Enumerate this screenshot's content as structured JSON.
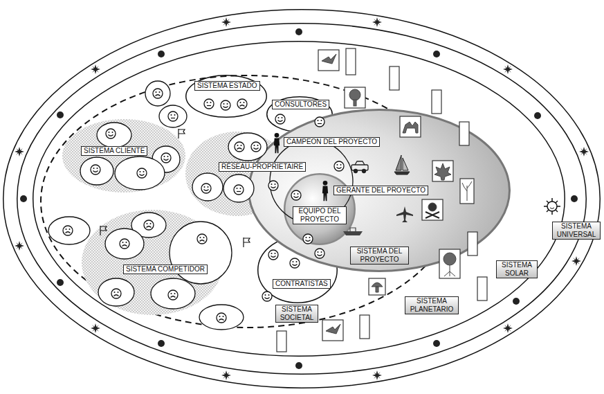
{
  "diagram": {
    "nodes": [
      {
        "text": [
          "SISTEMA UNIVERSAL"
        ]
      },
      {
        "text": [
          "SISTEMA SOLAR"
        ],
        "in": 0
      },
      {
        "text": [
          "SISTEMA PLANETARIO"
        ],
        "in": 1
      },
      {
        "text": [
          "SISTEMA SOCIETAL"
        ],
        "in": 2
      },
      {
        "text": [
          "SISTEMA ESTADO"
        ],
        "in": 3
      },
      {
        "text": [
          "CONSULTORES"
        ],
        "in": 3
      },
      {
        "text": [
          "SISTEMA CLIENTE"
        ],
        "in": 3
      },
      {
        "text": [
          "RÉSEAU-PROPRIETAIRE"
        ],
        "in": 3
      },
      {
        "text": [
          "SISTEMA DEL PROYECTO"
        ],
        "in": 2
      },
      {
        "text": [
          "CAMPEON DEL PROYECTO"
        ],
        "in": 8
      },
      {
        "text": [
          "EQUIPO DEL PROYECTO"
        ],
        "in": 8
      },
      {
        "text": [
          "GERANTE DEL PROYECTO"
        ],
        "in": 10
      },
      {
        "text": [
          "SISTEMA COMPETIDOR"
        ],
        "in": 3
      },
      {
        "text": [
          "CONTRATISTAS"
        ],
        "in": 3
      }
    ]
  }
}
